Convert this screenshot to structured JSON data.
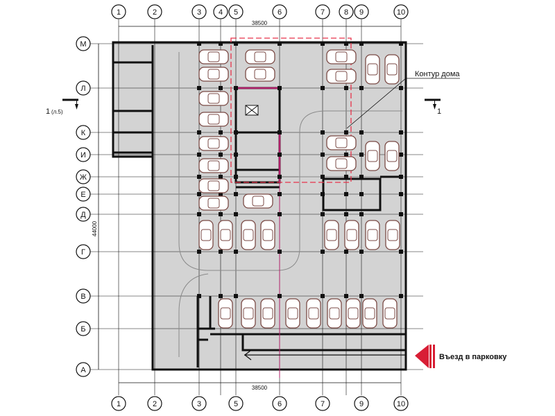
{
  "axes": {
    "columns_top": [
      "1",
      "2",
      "3",
      "4",
      "5",
      "6",
      "7",
      "8",
      "9",
      "10"
    ],
    "columns_bottom": [
      "1",
      "2",
      "3",
      "5",
      "6",
      "7",
      "9",
      "10"
    ],
    "rows": [
      "М",
      "Л",
      "К",
      "И",
      "Ж",
      "Е",
      "Д",
      "Г",
      "В",
      "Б",
      "А"
    ]
  },
  "dimensions": {
    "overall_width_top": "38500",
    "overall_width_bottom": "38500",
    "overall_height": "44000"
  },
  "section_marks": {
    "left": "1",
    "left_sheet": "(л.5)",
    "right": "1"
  },
  "annotations": {
    "house_outline": "Контур дома",
    "entry": "Въезд в парковку"
  },
  "colors": {
    "floor": "#d3d3d3",
    "wall": "#111111",
    "house_outline": "#e8334a",
    "entry_arrow": "#d81e35",
    "car_outline": "#7a4a45",
    "stair_accent": "#b0206a"
  },
  "icons": [
    "car-icon",
    "elevator-icon",
    "entry-arrow-icon",
    "section-mark-icon"
  ]
}
